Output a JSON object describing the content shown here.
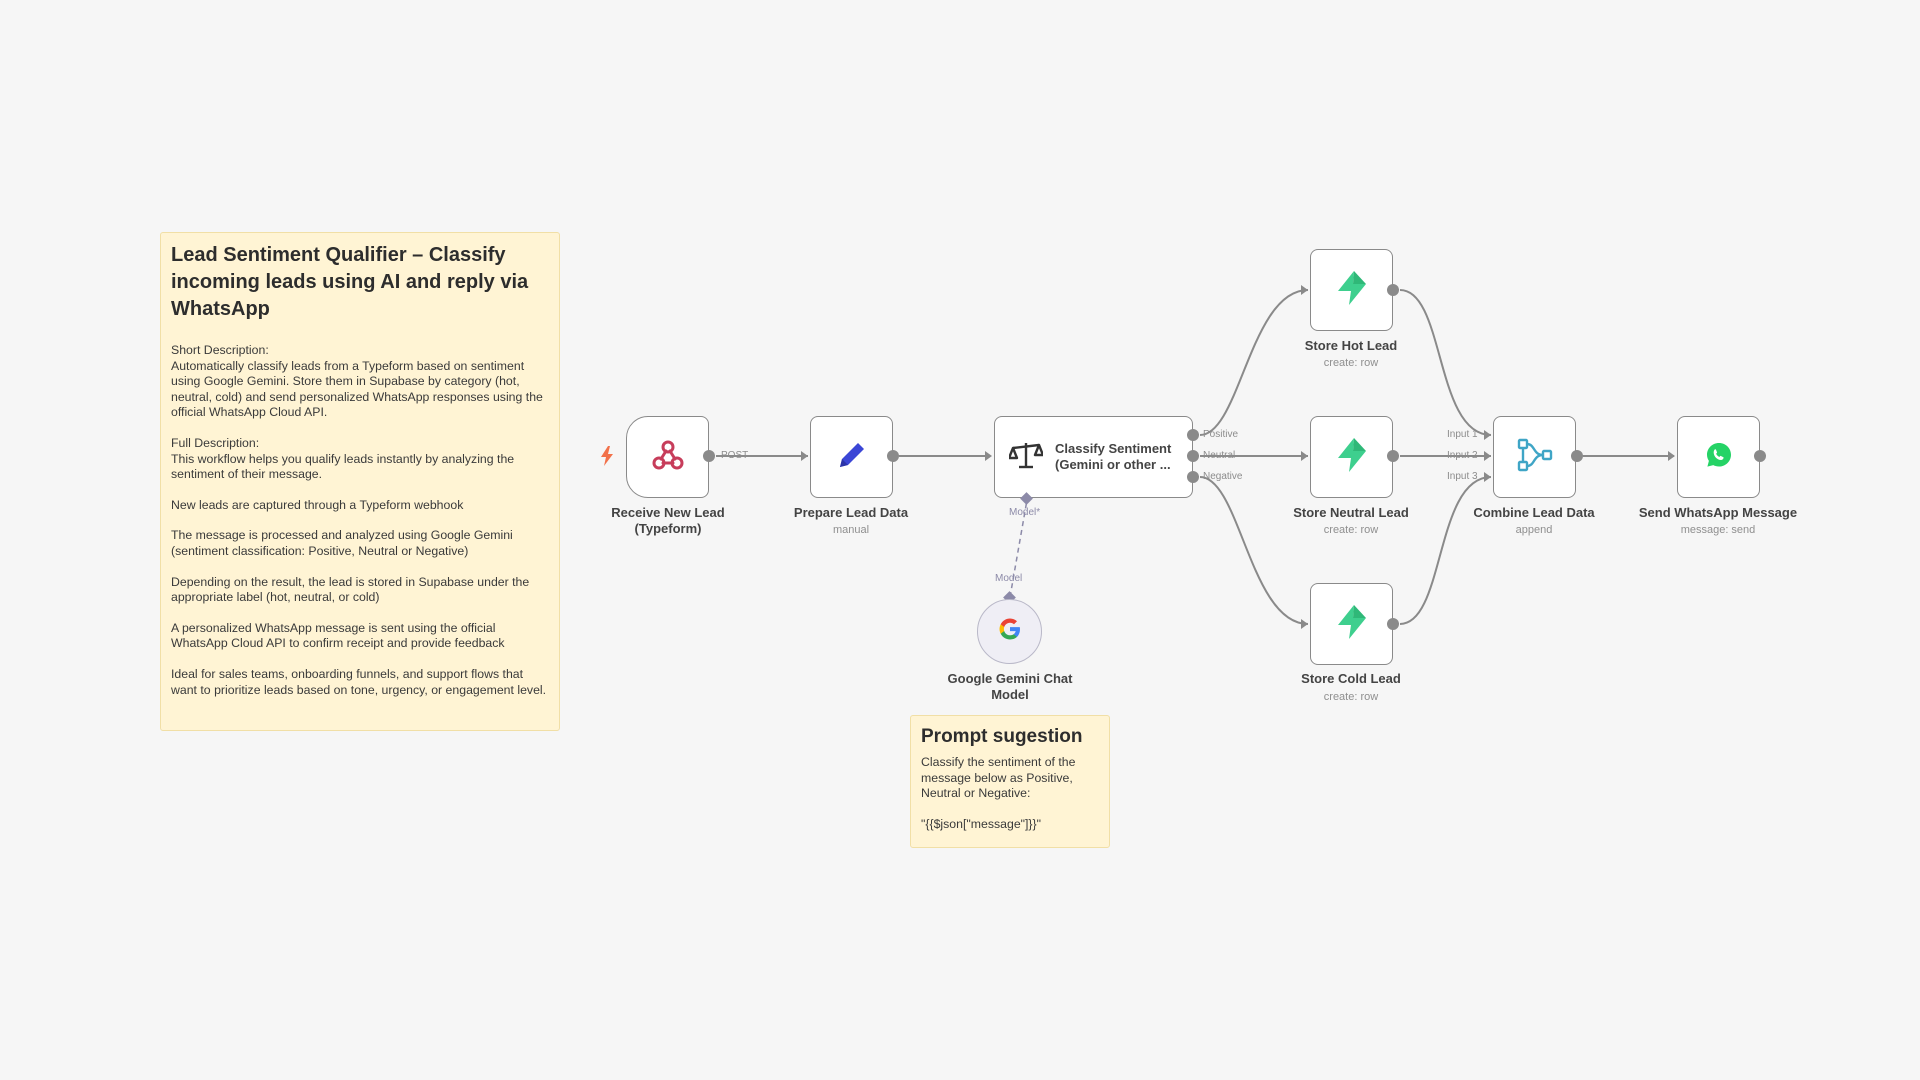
{
  "sticky_main": {
    "title": "Lead Sentiment Qualifier – Classify incoming leads using AI and reply via WhatsApp",
    "paragraphs": [
      "Short Description:\nAutomatically classify leads from a Typeform based on sentiment using Google Gemini. Store them in Supabase by category (hot, neutral, cold) and send personalized WhatsApp responses using the official WhatsApp Cloud API.",
      "Full Description:\nThis workflow helps you qualify leads instantly by analyzing the sentiment of their message.",
      "New leads are captured through a Typeform webhook",
      "The message is processed and analyzed using Google Gemini (sentiment classification: Positive, Neutral or Negative)",
      "Depending on the result, the lead is stored in Supabase under the appropriate label (hot, neutral, or cold)",
      "A personalized WhatsApp message is sent using the official WhatsApp Cloud API to confirm receipt and provide feedback",
      "Ideal for sales teams, onboarding funnels, and support flows that want to prioritize leads based on tone, urgency, or engagement level."
    ]
  },
  "sticky_prompt": {
    "title": "Prompt sugestion",
    "paragraphs": [
      "Classify the sentiment of the message below as Positive, Neutral or Negative:",
      "\"{{$json[\"message\"]}}\""
    ]
  },
  "nodes": {
    "receive": {
      "label": "Receive New Lead (Typeform)",
      "icon": "webhook-icon",
      "out_label": "POST"
    },
    "prepare": {
      "label": "Prepare Lead Data",
      "sub": "manual",
      "icon": "pencil-icon"
    },
    "classify": {
      "label": "Classify Sentiment (Gemini or other ...",
      "icon": "scale-icon",
      "outputs": [
        "Positive",
        "Neutral",
        "Negative"
      ],
      "model_label": "Model*"
    },
    "gemini": {
      "label": "Google Gemini Chat Model",
      "icon": "google-icon",
      "model_label": "Model"
    },
    "hot": {
      "label": "Store Hot Lead",
      "sub": "create: row",
      "icon": "supabase-icon"
    },
    "neutral": {
      "label": "Store Neutral Lead",
      "sub": "create: row",
      "icon": "supabase-icon"
    },
    "cold": {
      "label": "Store Cold Lead",
      "sub": "create: row",
      "icon": "supabase-icon"
    },
    "combine": {
      "label": "Combine Lead Data",
      "sub": "append",
      "icon": "merge-icon",
      "inputs": [
        "Input 1",
        "Input 2",
        "Input 3"
      ]
    },
    "whatsapp": {
      "label": "Send WhatsApp Message",
      "sub": "message: send",
      "icon": "whatsapp-icon"
    }
  },
  "colors": {
    "sticky_bg": "#fff4d4",
    "connection": "#8a8a8a",
    "model_connection": "#8c8aa8",
    "supabase_green": "#3ecf8e",
    "webhook_red": "#c73d5b",
    "pencil_blue": "#3b46d6",
    "merge_teal": "#3fa5c6",
    "whatsapp_green": "#25d366",
    "trigger_orange": "#f2714a"
  }
}
